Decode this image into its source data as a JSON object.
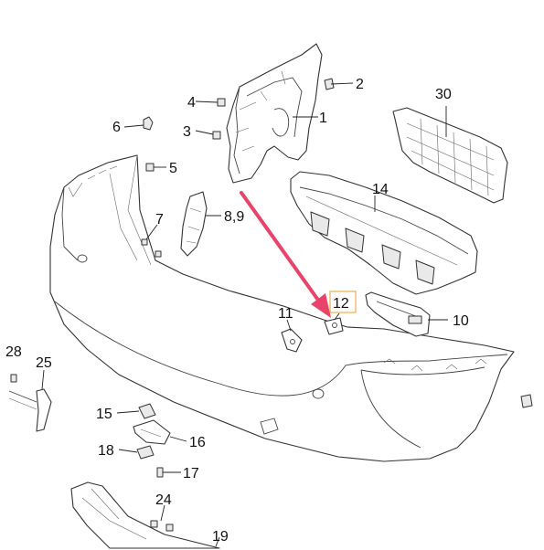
{
  "callouts": {
    "c1": "1",
    "c2": "2",
    "c3": "3",
    "c4": "4",
    "c5": "5",
    "c6": "6",
    "c7": "7",
    "c8_9": "8,9",
    "c10": "10",
    "c11": "11",
    "c12": "12",
    "c14": "14",
    "c15": "15",
    "c16": "16",
    "c17": "17",
    "c18": "18",
    "c19": "19",
    "c24": "24",
    "c25": "25",
    "c28": "28",
    "c30": "30"
  },
  "highlight": {
    "callout": "12",
    "border_color": "#f0b25a"
  },
  "arrow": {
    "color": "#e8436b",
    "points_to": "12"
  },
  "colors": {
    "line": "#333333",
    "background": "#ffffff"
  }
}
